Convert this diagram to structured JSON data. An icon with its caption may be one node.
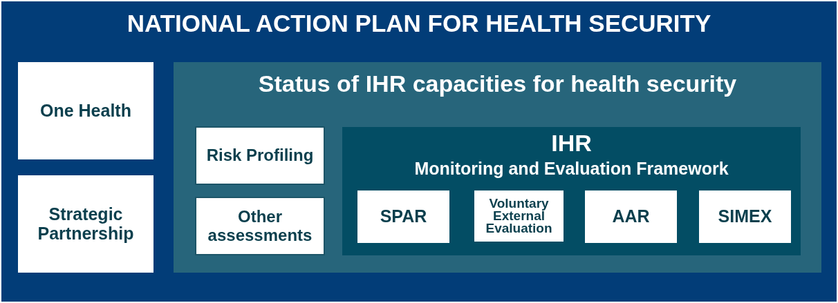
{
  "diagram": {
    "nodes": [
      {
        "text": [
          "NATIONAL ACTION PLAN FOR HEALTH SECURITY"
        ]
      },
      {
        "text": [
          "One Health"
        ],
        "in": 0
      },
      {
        "text": [
          "Strategic Partnership"
        ],
        "in": 0
      },
      {
        "text": [
          "Status of IHR capacities for health security"
        ],
        "in": 0
      },
      {
        "text": [
          "Risk Profiling"
        ],
        "in": 3
      },
      {
        "text": [
          "Other assessments"
        ],
        "in": 3
      },
      {
        "text": [
          "IHR",
          "Monitoring and Evaluation Framework"
        ],
        "in": 3
      },
      {
        "text": [
          "SPAR"
        ],
        "in": 6
      },
      {
        "text": [
          "Voluntary External Evaluation"
        ],
        "in": 6
      },
      {
        "text": [
          "AAR"
        ],
        "in": 6
      },
      {
        "text": [
          "SIMEX"
        ],
        "in": 6
      }
    ],
    "edges": []
  }
}
